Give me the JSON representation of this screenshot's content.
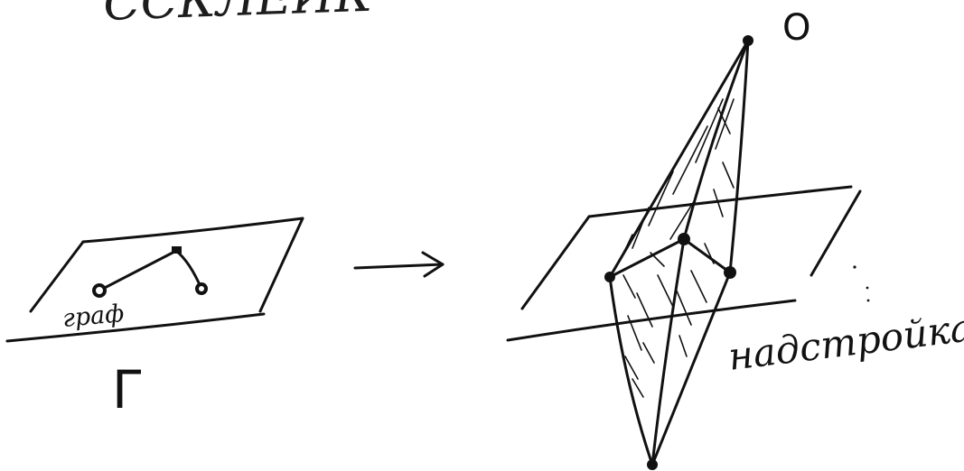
{
  "top_partial_text": "ССКЛЕИК",
  "label_o": "O",
  "label_graph": "граф",
  "label_gamma": "Г",
  "label_suspension": "надстройка",
  "colors": {
    "ink": "#111111",
    "background": "#ffffff"
  }
}
